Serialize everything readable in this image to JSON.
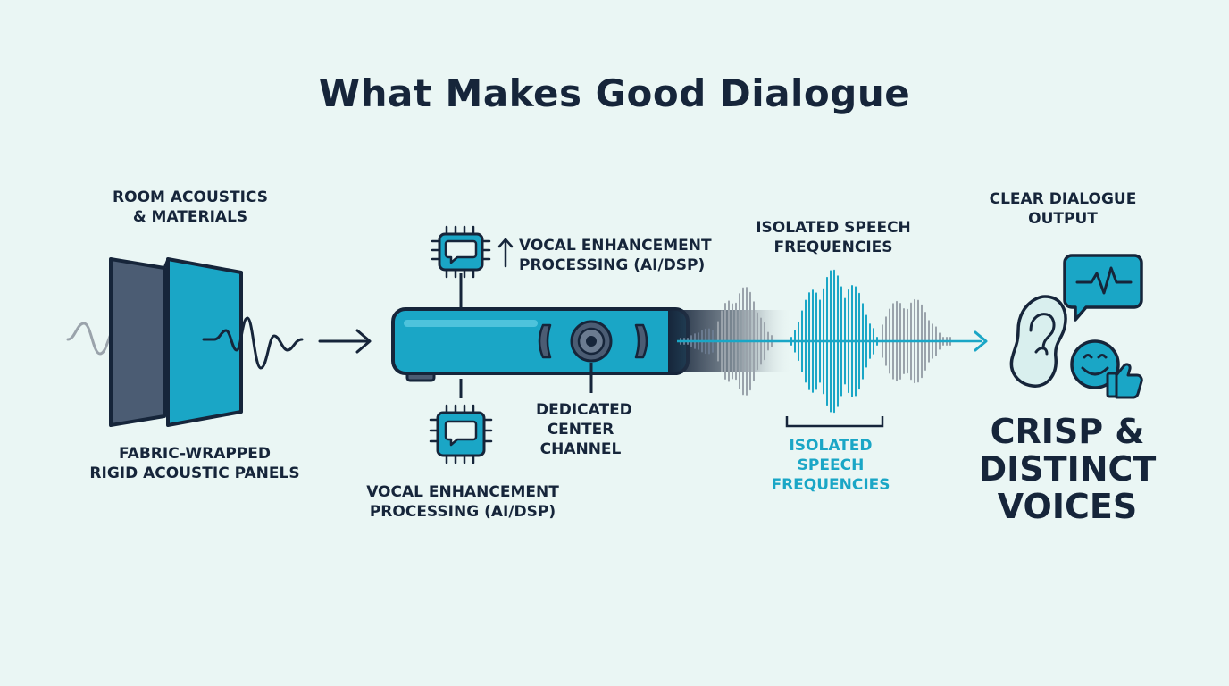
{
  "title": "What Makes Good Dialogue",
  "room": {
    "heading": [
      "ROOM ACOUSTICS",
      "& MATERIALS"
    ],
    "caption": [
      "FABRIC-WRAPPED",
      "RIGID ACOUSTIC PANELS"
    ]
  },
  "vocal_top": [
    "VOCAL ENHANCEMENT",
    "PROCESSING (AI/DSP)"
  ],
  "vocal_bottom": [
    "VOCAL ENHANCEMENT",
    "PROCESSING (AI/DSP)"
  ],
  "center_channel": [
    "DEDICATED",
    "CENTER",
    "CHANNEL"
  ],
  "isolated_top": [
    "ISOLATED SPEECH",
    "FREQUENCIES"
  ],
  "isolated_bottom": [
    "ISOLATED",
    "SPEECH",
    "FREQUENCIES"
  ],
  "output": {
    "heading": [
      "CLEAR DIALOGUE",
      "OUTPUT"
    ],
    "result": [
      "CRISP &",
      "DISTINCT",
      "VOICES"
    ]
  },
  "icons": [
    "wave-icon",
    "acoustic-panel-icon",
    "arrow-right-icon",
    "chip-chat-icon",
    "arrow-up-icon",
    "soundbar-icon",
    "speaker-driver-icon",
    "speech-waveform-icon",
    "ear-icon",
    "speech-bubble-pulse-icon",
    "smiley-icon",
    "thumbs-up-icon"
  ],
  "colors": {
    "navy": "#16253a",
    "teal": "#1aa6c6",
    "panel_dark": "#4b5c73",
    "background": "#eaf6f4",
    "gray_wave": "#9aa3ab"
  }
}
